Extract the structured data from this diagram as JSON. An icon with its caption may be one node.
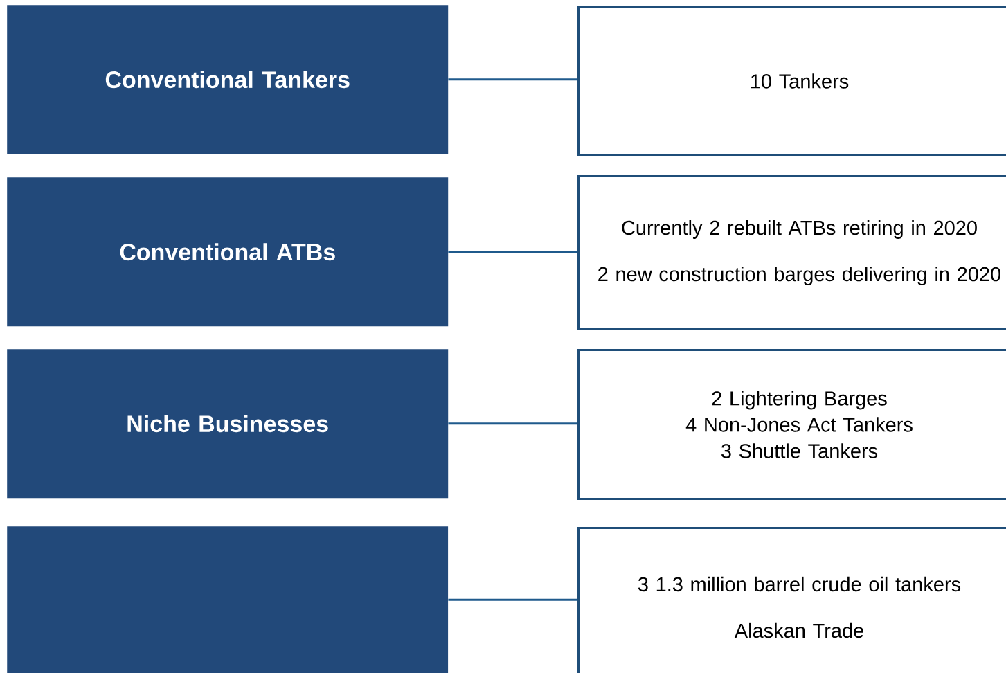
{
  "diagram": {
    "nodes": [
      {
        "text": [
          "Conventional Tankers"
        ]
      },
      {
        "text": [
          "10 Tankers"
        ]
      },
      {
        "text": [
          "Conventional ATBs"
        ]
      },
      {
        "text": [
          "Currently 2 rebuilt ATBs retiring in 2020",
          "2 new construction barges delivering in 2020"
        ]
      },
      {
        "text": [
          "Niche Businesses"
        ]
      },
      {
        "text": [
          "2 Lightering Barges",
          "4 Non-Jones Act Tankers",
          "3 Shuttle Tankers"
        ]
      },
      {
        "text": [],
        "shape": "box"
      },
      {
        "text": [
          "3 1.3 million barrel crude oil tankers",
          "Alaskan Trade"
        ]
      }
    ],
    "edges": [
      {
        "from": 0,
        "to": 1,
        "arrow": "none"
      },
      {
        "from": 2,
        "to": 3,
        "arrow": "none"
      },
      {
        "from": 4,
        "to": 5,
        "arrow": "none"
      },
      {
        "from": 6,
        "to": 7,
        "arrow": "none"
      }
    ]
  }
}
